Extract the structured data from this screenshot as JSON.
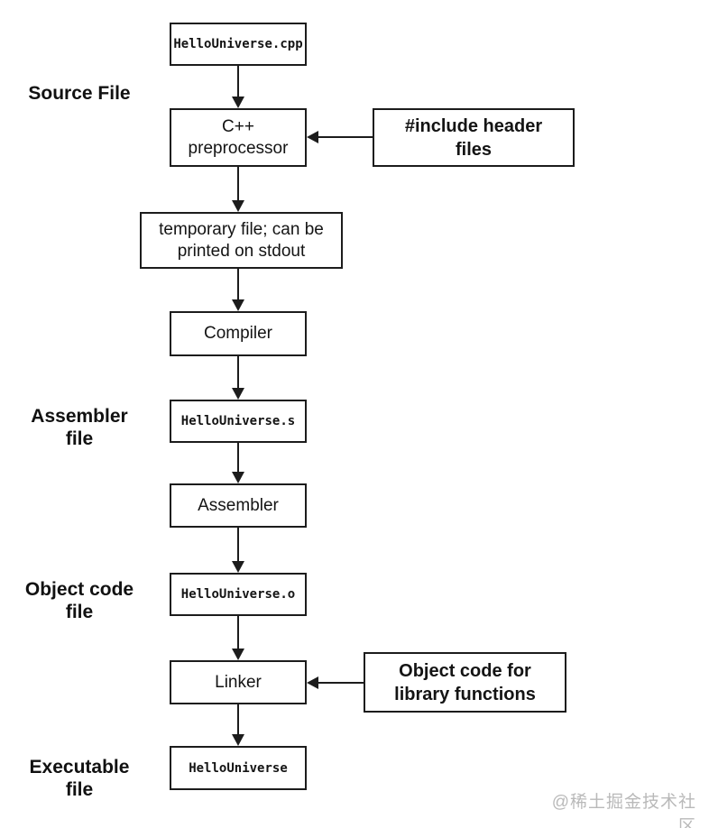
{
  "diagram": {
    "description": "C++ compilation pipeline flowchart",
    "colors": {
      "line": "#1c1c1c",
      "box_background": "#ffffff",
      "page_background": "#ffffff",
      "watermark": "#b9b9b9"
    },
    "nodes": {
      "source_file_box": "HelloUniverse.cpp",
      "preprocessor": "C++\npreprocessor",
      "include_headers": "#include header\nfiles",
      "temp_file": "temporary file; can be\nprinted on stdout",
      "compiler": "Compiler",
      "assembler_file_box": "HelloUniverse.s",
      "assembler": "Assembler",
      "object_file_box": "HelloUniverse.o",
      "linker": "Linker",
      "library_objects": "Object code for\nlibrary functions",
      "executable_box": "HelloUniverse"
    },
    "stage_labels": {
      "source": "Source File",
      "assembler": "Assembler\nfile",
      "object": "Object code\nfile",
      "executable": "Executable\nfile"
    },
    "watermark": "@稀土掘金技术社区"
  }
}
